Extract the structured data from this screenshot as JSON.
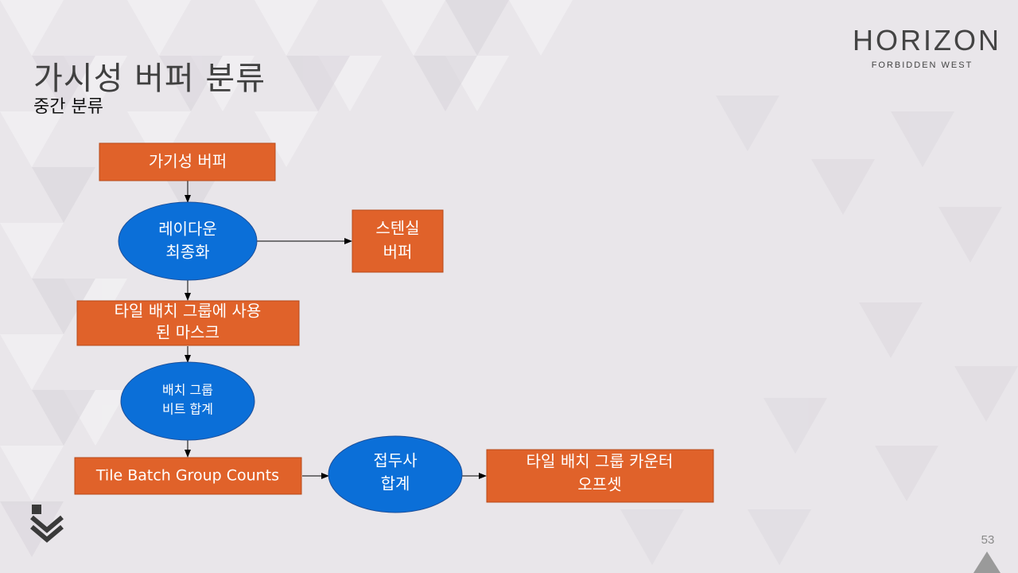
{
  "slide": {
    "title": "가시성 버퍼 분류",
    "subtitle": "중간 분류",
    "page_number": "53"
  },
  "logo": {
    "main": "HORIZON",
    "sub": "FORBIDDEN WEST"
  },
  "colors": {
    "box_fill": "#e0622a",
    "box_border": "#b84a1a",
    "ellipse_fill": "#0b6fd8",
    "ellipse_border": "#1c4f9a",
    "arrow": "#000000"
  },
  "diagram": {
    "nodes": {
      "visibility_buffer": {
        "shape": "box",
        "lines": [
          "가기성 버퍼"
        ]
      },
      "raydown_optimize": {
        "shape": "ellipse",
        "lines": [
          "레이다운",
          "최종화"
        ]
      },
      "stencil_buffer": {
        "shape": "box",
        "lines": [
          "스텐실",
          "버퍼"
        ]
      },
      "tile_batch_mask": {
        "shape": "box",
        "lines": [
          "타일 배치 그룹에 사용",
          "된 마스크"
        ]
      },
      "batch_group_bitsum": {
        "shape": "ellipse",
        "lines": [
          "배치 그룹",
          "비트 합계"
        ]
      },
      "tile_batch_group_counts": {
        "shape": "box",
        "lines": [
          "Tile Batch Group Counts"
        ]
      },
      "prefix_sum": {
        "shape": "ellipse",
        "lines": [
          "접두사",
          "합계"
        ]
      },
      "tile_batch_group_counter_offset": {
        "shape": "box",
        "lines": [
          "타일 배치 그룹 카운터",
          "오프셋"
        ]
      }
    },
    "edges": [
      [
        "visibility_buffer",
        "raydown_optimize"
      ],
      [
        "raydown_optimize",
        "stencil_buffer"
      ],
      [
        "raydown_optimize",
        "tile_batch_mask"
      ],
      [
        "tile_batch_mask",
        "batch_group_bitsum"
      ],
      [
        "batch_group_bitsum",
        "tile_batch_group_counts"
      ],
      [
        "tile_batch_group_counts",
        "prefix_sum"
      ],
      [
        "prefix_sum",
        "tile_batch_group_counter_offset"
      ]
    ]
  }
}
